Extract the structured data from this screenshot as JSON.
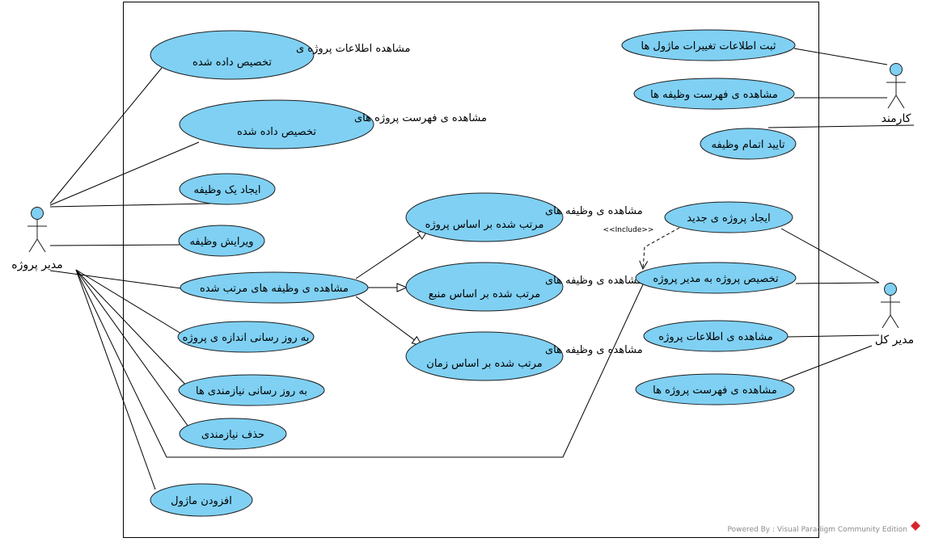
{
  "diagram": {
    "actors": {
      "project_manager": "مدیر پروژه",
      "employee": "کارمند",
      "general_manager": "مدیر کل"
    },
    "use_cases": {
      "view_assigned_project_info": [
        "مشاهده اطلاعات پروژه ی",
        "تخصیص داده شده"
      ],
      "view_assigned_projects_list": [
        "مشاهده ی فهرست پروژه های",
        "تخصیص داده شده"
      ],
      "create_task": [
        "ایجاد یک وظیفه"
      ],
      "edit_task": [
        "ویرایش وظیفه"
      ],
      "view_sorted_tasks": [
        "مشاهده ی وظیفه های مرتب شده"
      ],
      "update_project_size": [
        "به روز رسانی اندازه ی پروژه"
      ],
      "update_requirements": [
        "به روز رسانی نیازمندی ها"
      ],
      "delete_requirement": [
        "حذف نیازمندی"
      ],
      "add_module": [
        "افزودن ماژول"
      ],
      "tasks_by_project": [
        "مشاهده ی وظیفه های",
        "مرتب شده بر اساس پروژه"
      ],
      "tasks_by_resource": [
        "مشاهده ی وظیفه های",
        "مرتب شده بر اساس منبع"
      ],
      "tasks_by_time": [
        "مشاهده ی وظیفه های",
        "مرتب شده بر اساس زمان"
      ],
      "log_module_changes": [
        "ثبت اطلاعات تغییرات ماژول ها"
      ],
      "view_task_list": [
        "مشاهده ی فهرست وظیفه ها"
      ],
      "confirm_task_completion": [
        "تایید اتمام وظیفه"
      ],
      "create_new_project": [
        "ایجاد پروژه ی جدید"
      ],
      "assign_project_to_manager": [
        "تخصیص پروژه به مدیر پروژه"
      ],
      "view_project_info": [
        "مشاهده ی اطلاعات پروژه"
      ],
      "view_projects_list": [
        "مشاهده ی فهرست پروژه ها"
      ]
    },
    "include_label": "<<Include>>",
    "footer": "Powered By : Visual Paradigm Community Edition",
    "colors": {
      "use_case_fill": "#7fd0f3",
      "line": "#000000",
      "logo": "#d9232d"
    }
  }
}
